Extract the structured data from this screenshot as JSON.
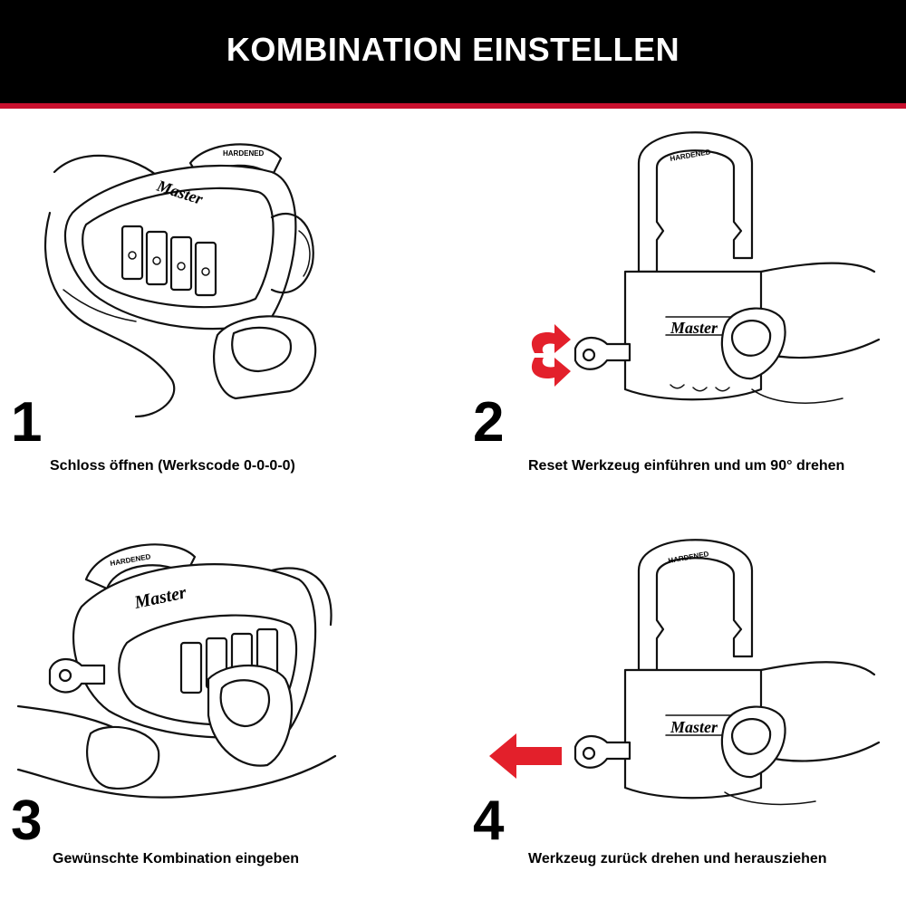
{
  "header": {
    "title": "KOMBINATION EINSTELLEN",
    "background_color": "#000000",
    "stripe_color": "#c8102e"
  },
  "lock": {
    "brand_text": "Master",
    "shackle_stamp": "HARDENED"
  },
  "steps": [
    {
      "number": "1",
      "caption": "Schloss öffnen (Werkscode 0-0-0-0)",
      "illustration": "open-combination-lock-in-hand"
    },
    {
      "number": "2",
      "caption": "Reset Werkzeug einführen und um 90° drehen",
      "illustration": "insert-reset-tool-rotate",
      "arrow": "rotate-arrows-icon"
    },
    {
      "number": "3",
      "caption": "Gewünschte Kombination eingeben",
      "illustration": "set-dials-with-thumb"
    },
    {
      "number": "4",
      "caption": "Werkzeug zurück drehen und herausziehen",
      "illustration": "remove-reset-tool",
      "arrow": "pull-out-arrow-icon"
    }
  ],
  "arrow_color": "#e3202b"
}
